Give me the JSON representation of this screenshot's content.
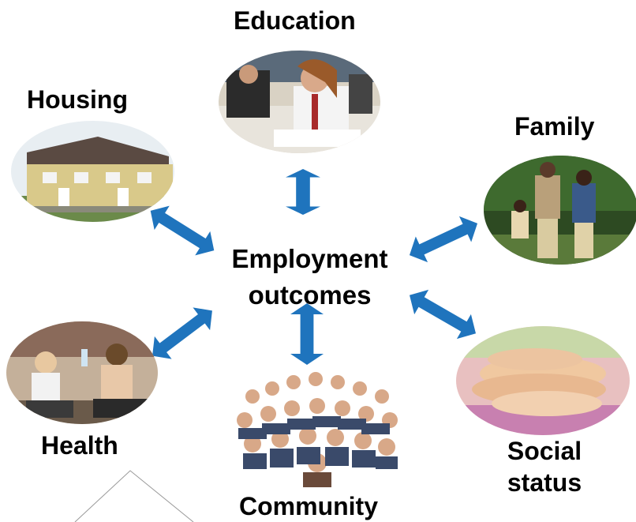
{
  "center": {
    "line1": "Employment",
    "line2": "outcomes"
  },
  "labels": {
    "education": "Education",
    "housing": "Housing",
    "family": "Family",
    "health": "Health",
    "community": "Community",
    "social_line1": "Social",
    "social_line2": "status"
  },
  "colors": {
    "arrow": "#1f74bd",
    "text": "#000000"
  },
  "icons": [
    "students-photo",
    "houses-photo",
    "family-walking-photo",
    "gym-women-photo",
    "crowd-photo",
    "stacked-hands-photo"
  ]
}
